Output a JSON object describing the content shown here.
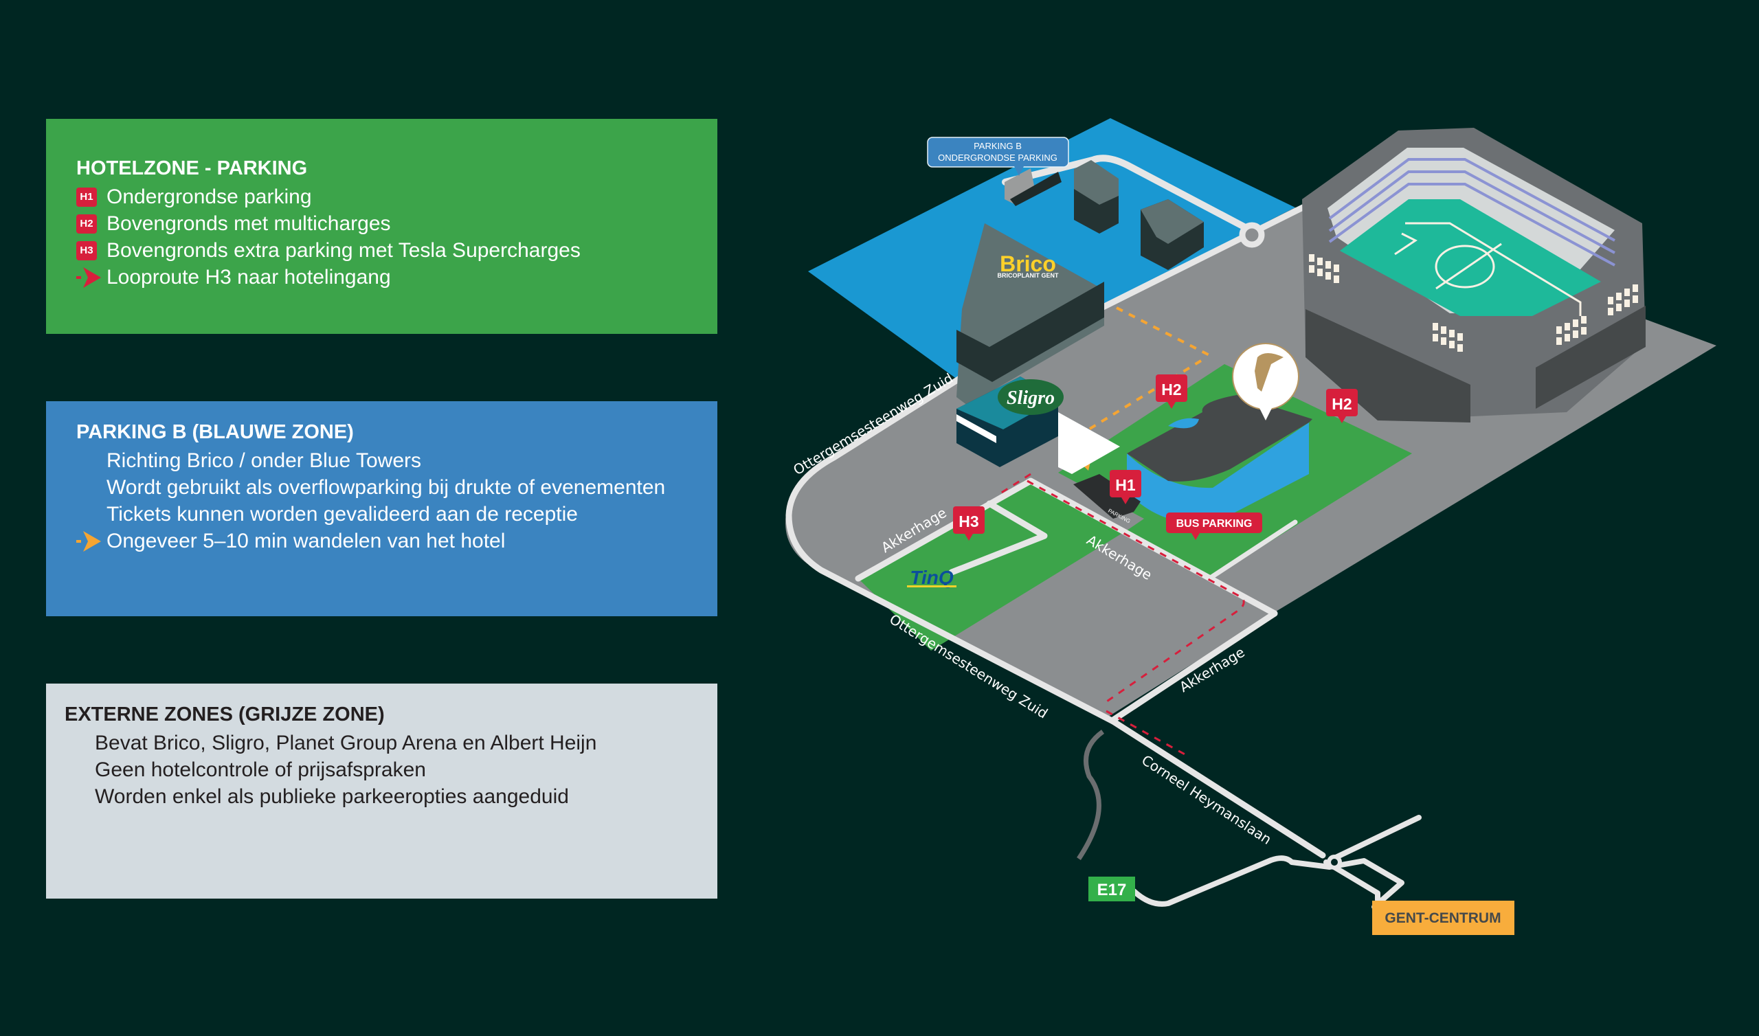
{
  "colors": {
    "background": "#002622",
    "hotel_zone_green": "#3ca44a",
    "parking_b_blue": "#3b84c0",
    "external_grey": "#d3dbe0",
    "marker_red": "#d71f3c",
    "route_orange": "#f5a533"
  },
  "legend": {
    "hotelzone": {
      "title": "HOTELZONE - PARKING",
      "items": [
        {
          "icon": "badge",
          "badge": "H1",
          "text": "Ondergrondse parking"
        },
        {
          "icon": "badge",
          "badge": "H2",
          "text": "Bovengronds met multicharges"
        },
        {
          "icon": "badge",
          "badge": "H3",
          "text": "Bovengronds extra parking met Tesla Supercharges"
        },
        {
          "icon": "red-arrow-icon",
          "text": "Looproute H3 naar hotelingang"
        }
      ]
    },
    "parking_b": {
      "title": "PARKING B (BLAUWE ZONE)",
      "items": [
        {
          "text": "Richting Brico / onder Blue Towers"
        },
        {
          "text": "Wordt gebruikt als overflowparking bij drukte of evenementen"
        },
        {
          "text": "Tickets kunnen worden gevalideerd aan de receptie"
        },
        {
          "icon": "orange-arrow-icon",
          "text": "Ongeveer 5–10 min wandelen van het hotel"
        }
      ]
    },
    "external": {
      "title": "EXTERNE ZONES (GRIJZE ZONE)",
      "items": [
        {
          "text": "Bevat Brico, Sligro, Planet Group Arena en Albert Heijn"
        },
        {
          "text": "Geen hotelcontrole of prijsafspraken"
        },
        {
          "text": "Worden enkel als publieke parkeeropties aangeduid"
        }
      ]
    }
  },
  "map": {
    "parking_b_callout": {
      "line1": "PARKING B",
      "line2": "ONDERGRONDSE PARKING"
    },
    "brico": {
      "logo": "Brico",
      "subtitle": "BRICOPLANIT GENT"
    },
    "sligro": {
      "logo": "Sligro"
    },
    "tinq": {
      "logo": "TinQ"
    },
    "markers": {
      "h1": "H1",
      "h2_left": "H2",
      "h2_right": "H2",
      "h3": "H3",
      "bus_parking": "BUS PARKING"
    },
    "entrance_sign": "PARKING",
    "streets": {
      "ottergem_top": "Ottergemsesteenweg Zuid",
      "ottergem_bottom": "Ottergemsesteenweg Zuid",
      "akkerhage_left": "Akkerhage",
      "akkerhage_middle": "Akkerhage",
      "akkerhage_right": "Akkerhage",
      "corneel": "Corneel Heymanslaan"
    },
    "signs": {
      "e17": "E17",
      "gent_centrum": "GENT-CENTRUM"
    }
  }
}
